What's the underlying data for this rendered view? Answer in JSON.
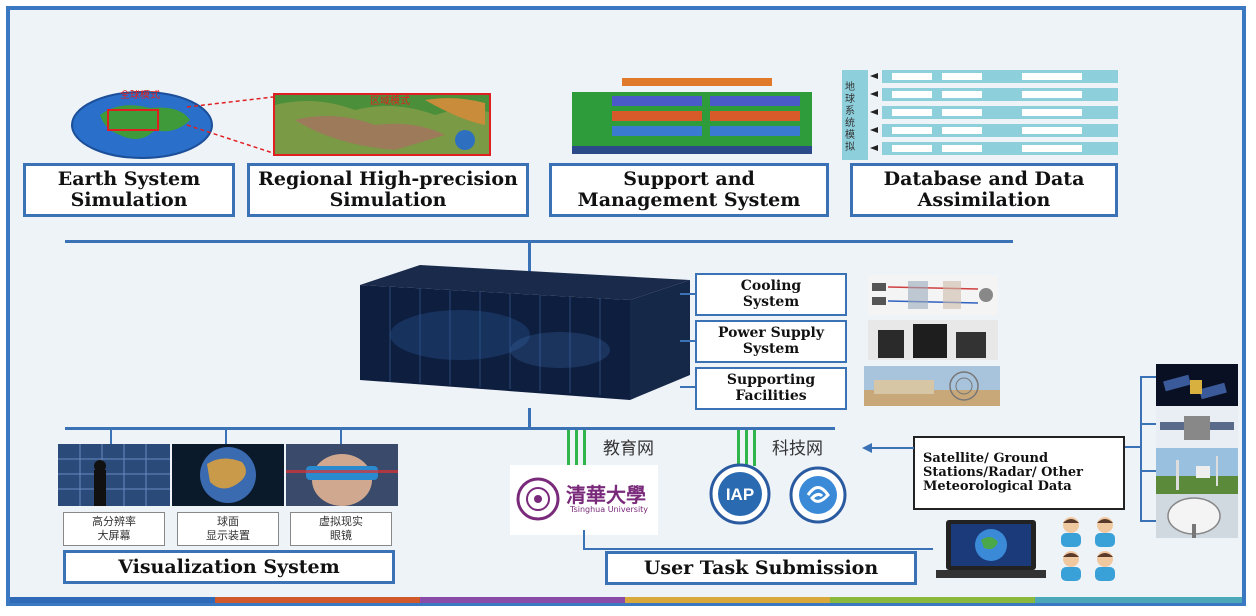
{
  "top_boxes": {
    "earth": "Earth System Simulation",
    "regional": "Regional High-precision Simulation",
    "support": "Support and Management System",
    "database": "Database and Data Assimilation"
  },
  "map_labels": {
    "global": "全球模式",
    "regional": "区域模式"
  },
  "db_side_label": "地球系统模拟",
  "facility_boxes": {
    "cooling": "Cooling System",
    "power": "Power Supply System",
    "facilities": "Supporting Facilities"
  },
  "networks": {
    "edu": "教育网",
    "tech": "科技网"
  },
  "university": {
    "name": "清華大學",
    "sub": "Tsinghua University"
  },
  "iap": "IAP",
  "vis_items": [
    {
      "line1": "高分辨率",
      "line2": "大屏幕"
    },
    {
      "line1": "球面",
      "line2": "显示装置"
    },
    {
      "line1": "虚拟现实",
      "line2": "眼镜"
    }
  ],
  "bottom_boxes": {
    "vis": "Visualization System",
    "task": "User Task Submission"
  },
  "data_sources": "Satellite/ Ground Stations/Radar/ Other Meteorological Data",
  "colors": {
    "border": "#3b72b5",
    "accent_green": "#2fb54a"
  }
}
